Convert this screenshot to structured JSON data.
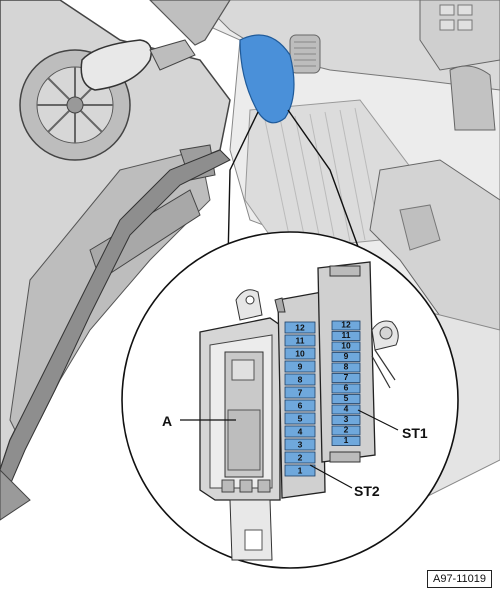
{
  "labels": {
    "callout_a": "A",
    "callout_st1": "ST1",
    "callout_st2": "ST2"
  },
  "figure_id": "A97-11019",
  "fuse_strips": {
    "st2": {
      "positions": [
        "1",
        "2",
        "3",
        "4",
        "5",
        "6",
        "7",
        "8",
        "9",
        "10",
        "11",
        "12"
      ]
    },
    "st1": {
      "positions": [
        "1",
        "2",
        "3",
        "4",
        "5",
        "6",
        "7",
        "8",
        "9",
        "10",
        "11",
        "12"
      ]
    }
  },
  "colors": {
    "fuse_blue": "#6fa8dc",
    "highlight_blue": "#4a90d9",
    "line_gray": "#333333",
    "panel_gray": "#c8c8c8",
    "light_gray": "#e6e6e6"
  }
}
